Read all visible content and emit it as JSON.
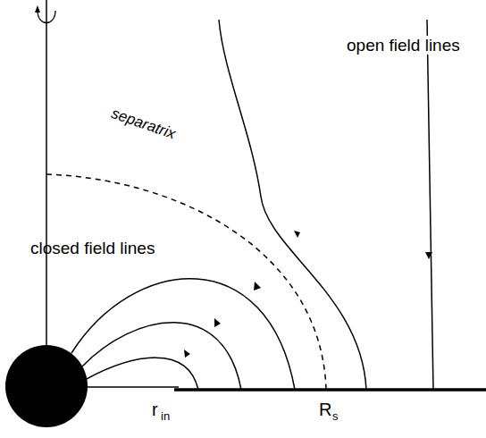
{
  "diagram": {
    "labels": [
      "separatrix",
      "closed field lines",
      "open field lines",
      "r",
      "in",
      "R",
      "s"
    ]
  }
}
